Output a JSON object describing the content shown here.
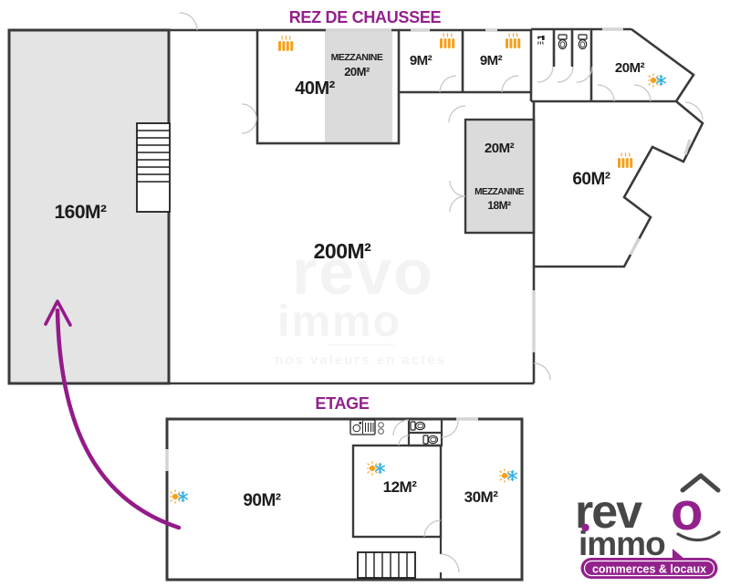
{
  "colors": {
    "purple": "#93218C",
    "orange": "#F5A01D",
    "blue": "#2FAFE4",
    "wall": "#3A3A3A",
    "room_gray": "#E4E4E4",
    "mezzanine_gray": "#DBDBDB",
    "logo_gray": "#474747"
  },
  "rdc": {
    "title": "REZ DE CHAUSSEE",
    "room160": "160M²",
    "room40": "40M²",
    "mezz40_label": "MEZZANINE",
    "mezz40_area": "20M²",
    "room9a": "9M²",
    "room9b": "9M²",
    "room20tr": "20M²",
    "room60": "60M²",
    "room200": "200M²",
    "mezzbox_area": "20M²",
    "mezzbox_label": "MEZZANINE",
    "mezzbox_sub": "18M²"
  },
  "etage": {
    "title": "ETAGE",
    "room90": "90M²",
    "room12": "12M²",
    "room30": "30M²"
  },
  "watermark": {
    "word1": "revo",
    "word2": "immo",
    "tagline": "nos valeurs en actes"
  },
  "logo": {
    "part1": "rev",
    "part2": "o",
    "part3": "immo",
    "badge": "commerces & locaux"
  }
}
